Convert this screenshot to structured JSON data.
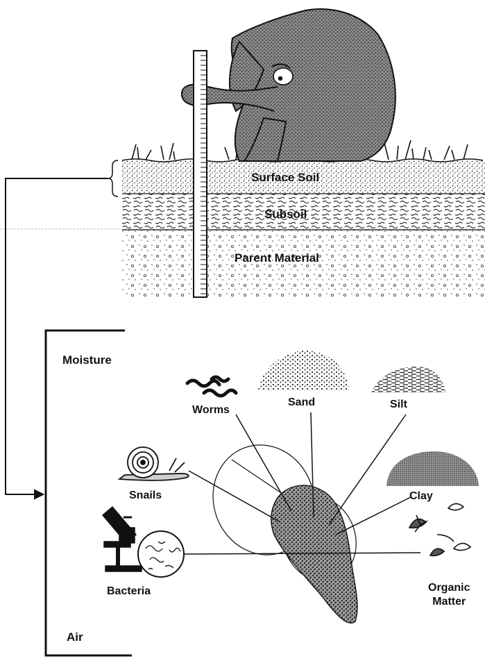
{
  "colors": {
    "ink": "#111111",
    "paper": "#ffffff",
    "elephant": "#5a5a5a",
    "stipple": "#333333"
  },
  "soil_profile": {
    "layers": [
      {
        "label": "Surface Soil"
      },
      {
        "label": "Subsoil"
      },
      {
        "label": "Parent Material"
      }
    ]
  },
  "components": {
    "moisture": "Moisture",
    "air": "Air",
    "worms": "Worms",
    "sand": "Sand",
    "silt": "Silt",
    "snails": "Snails",
    "clay": "Clay",
    "bacteria": "Bacteria",
    "organic_matter_line1": "Organic",
    "organic_matter_line2": "Matter"
  },
  "icons": {
    "character": "elephant-icon",
    "ruler": "measuring-stick-icon",
    "worms": "worm-icon",
    "snail": "snail-icon",
    "microscope": "microscope-icon",
    "bacteria": "bacteria-icon",
    "organic": "leaf-icon",
    "soil_clod": "soil-clod-icon"
  }
}
